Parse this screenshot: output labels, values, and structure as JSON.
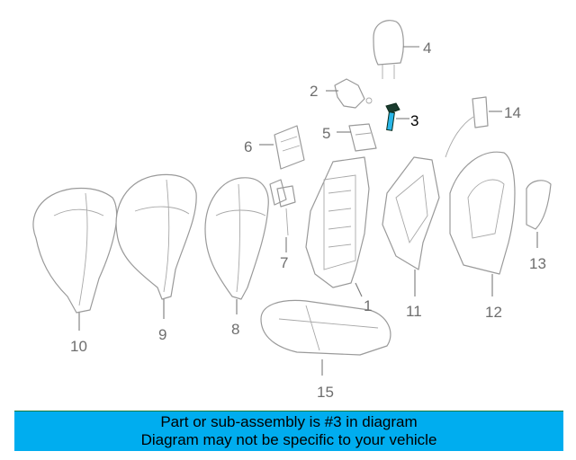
{
  "diagram": {
    "callouts": [
      "1",
      "2",
      "3",
      "4",
      "5",
      "6",
      "7",
      "8",
      "9",
      "10",
      "11",
      "12",
      "13",
      "14",
      "15"
    ],
    "highlighted_part": "3",
    "highlight_color": "#29b6e8"
  },
  "banner": {
    "line1": "Part or sub-assembly is #3 in diagram",
    "line2": "Diagram may not be specific to your vehicle",
    "background": "#00adef"
  }
}
